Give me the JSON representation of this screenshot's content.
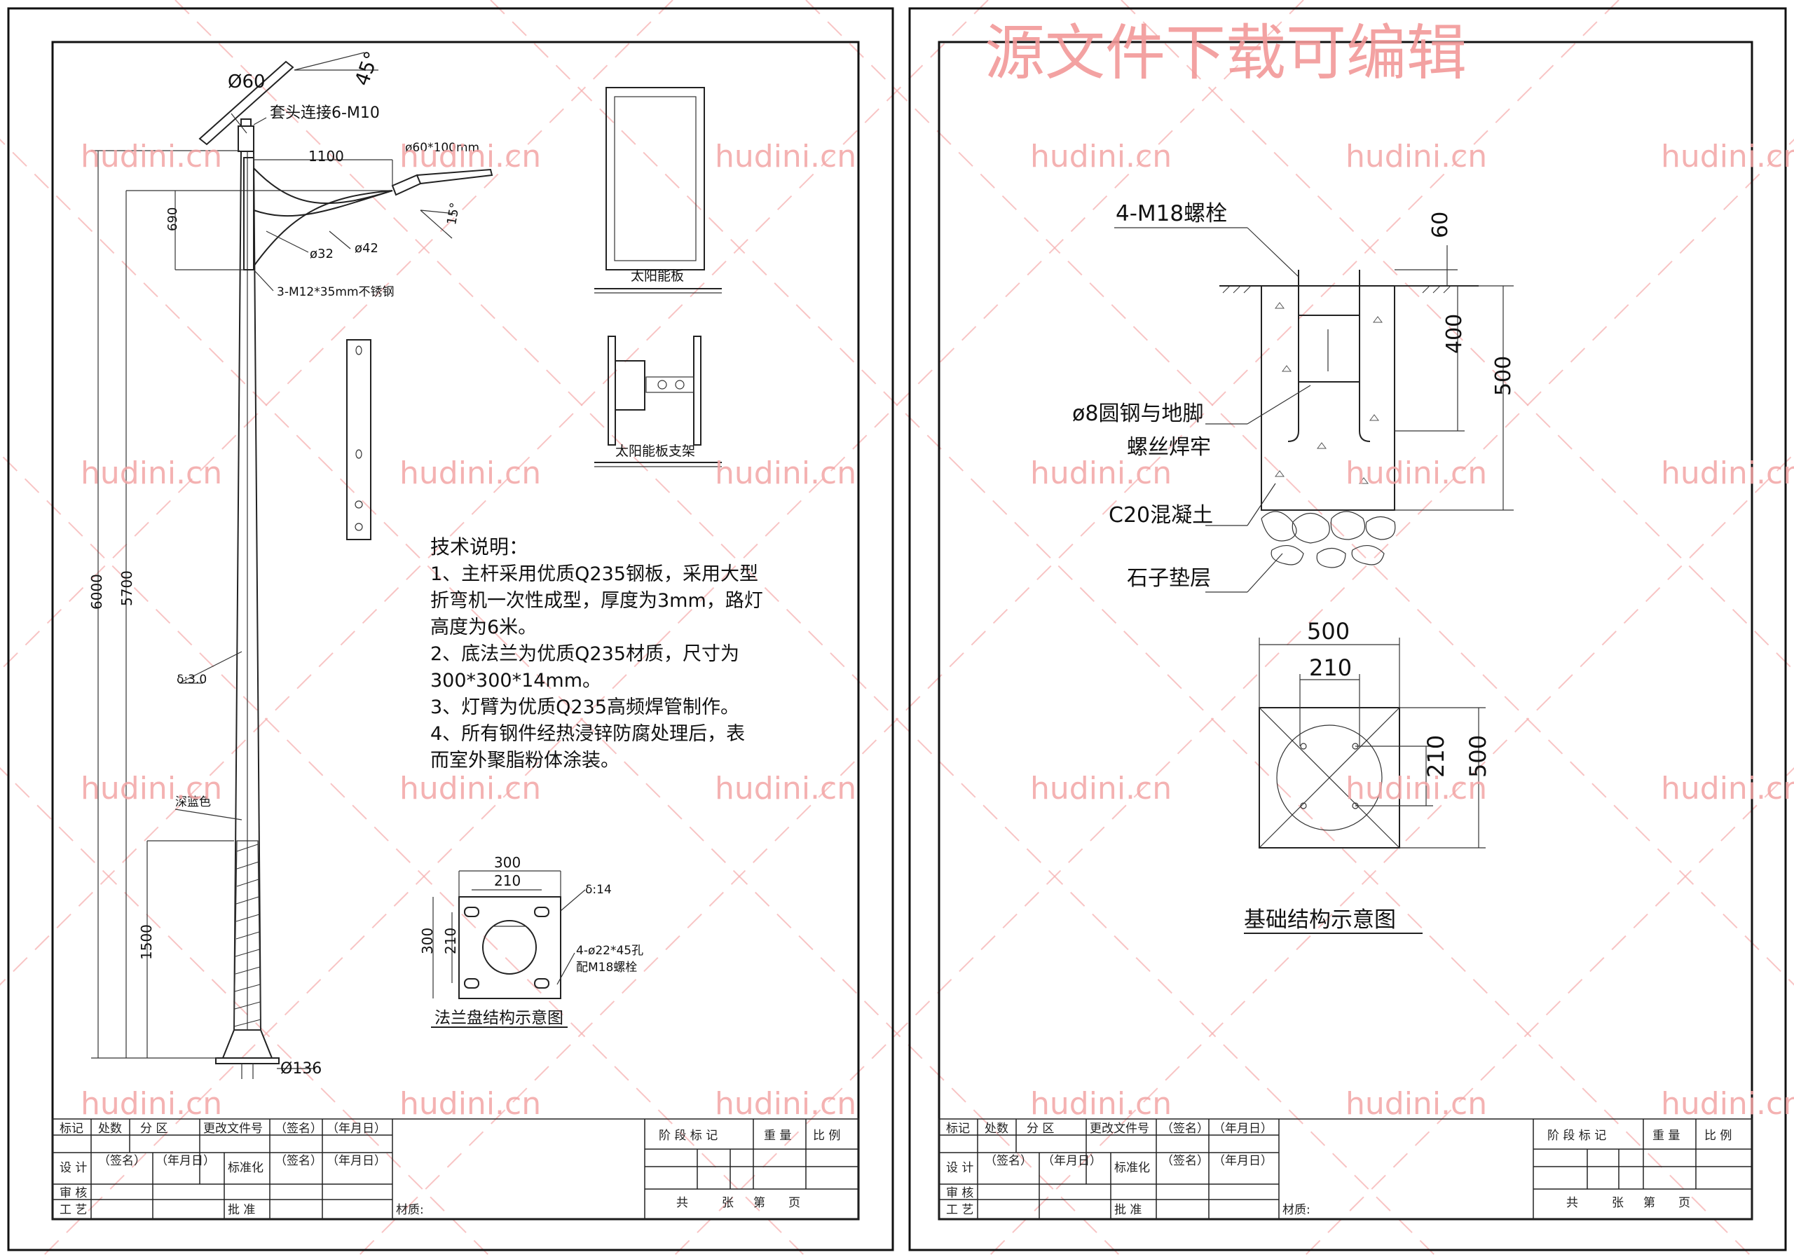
{
  "watermark": {
    "site": "hudini.cn",
    "banner": "源文件下载可编辑"
  },
  "left_sheet": {
    "dims": {
      "pipe_dia": "Ø60",
      "angle45": "45°",
      "sleeve_bolts": "套头连接6-M10",
      "arm_length": "1100",
      "lamp_conn": "ø60*100mm",
      "arm_height": "690",
      "angle15": "15°",
      "arm_d32": "ø32",
      "arm_d42": "ø42",
      "arm_bolts": "3-M12*35mm不锈钢",
      "total_height": "6000",
      "lamp_height": "5700",
      "thickness": "δ:3.0",
      "blue_color": "深蓝色",
      "base_height": "1500",
      "base_dia": "Ø136"
    },
    "solar_panel_label": "太阳能板",
    "solar_bracket_label": "太阳能板支架",
    "tech_notes": {
      "title": "技术说明：",
      "lines": [
        "1、主杆采用优质Q235钢板，采用大型",
        "折弯机一次性成型，厚度为3mm，路灯",
        "高度为6米。",
        "2、底法兰为优质Q235材质，尺寸为",
        "300*300*14mm。",
        "3、灯臂为优质Q235高频焊管制作。",
        "4、所有钢件经热浸锌防腐处理后，表",
        "而室外聚脂粉体涂装。"
      ]
    },
    "flange": {
      "w300": "300",
      "w210": "210",
      "h300": "300",
      "h210": "210",
      "thick": "δ:14",
      "holes": "4-ø22*45孔",
      "bolts": "配M18螺栓",
      "caption": "法兰盘结构示意图"
    }
  },
  "right_sheet": {
    "foundation": {
      "bolts": "4-M18螺栓",
      "d60": "60",
      "d400": "400",
      "d500": "500",
      "rebar1": "ø8圆钢与地脚",
      "rebar2": "螺丝焊牢",
      "concrete": "C20混凝土",
      "gravel": "石子垫层"
    },
    "plan": {
      "w500": "500",
      "w210": "210",
      "h210": "210",
      "h500": "500"
    },
    "caption": "基础结构示意图"
  },
  "title_block": {
    "r1": [
      "标记",
      "处数",
      "分 区",
      "更改文件号",
      "（签名）",
      "（年月日）"
    ],
    "design": "设 计",
    "sign": "（签名）",
    "date": "（年月日）",
    "standard": "标准化",
    "sign2": "（签名）",
    "date2": "（年月日）",
    "review": "审 核",
    "craft": "工 艺",
    "approve": "批 准",
    "material": "材质:",
    "stage": "阶 段 标 记",
    "weight": "重 量",
    "scale": "比 例",
    "total": "共",
    "sheets": "张",
    "page_no": "第",
    "page": "页"
  }
}
